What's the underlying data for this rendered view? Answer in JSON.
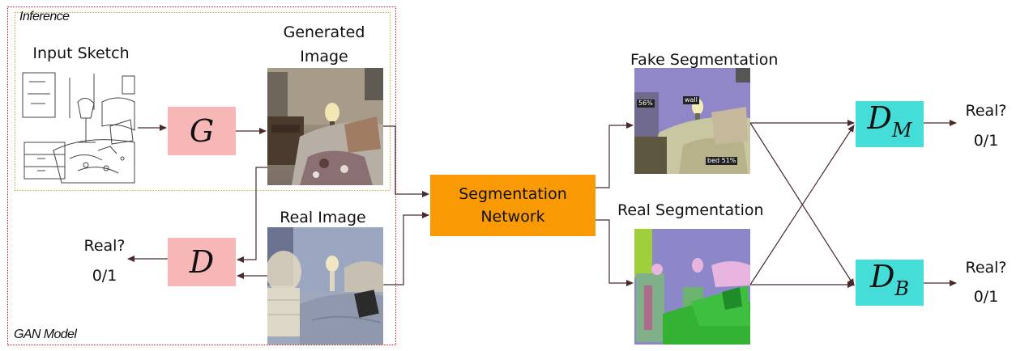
{
  "labels": {
    "inference": "Inference",
    "gan_model": "GAN Model",
    "input_sketch": "Input Sketch",
    "generated_line1": "Generated",
    "generated_line2": "Image",
    "real_image": "Real Image",
    "fake_segmentation": "Fake Segmentation",
    "real_segmentation": "Real Segmentation",
    "seg_line1": "Segmentation",
    "seg_line2": "Network",
    "real_q_left": "Real?",
    "zero_one_left": "0/1",
    "real_q_top_right": "Real?",
    "zero_one_top_right": "0/1",
    "real_q_bottom_right": "Real?",
    "zero_one_bottom_right": "0/1"
  },
  "math": {
    "G": "G",
    "D": "D",
    "DM_base": "D",
    "DM_sub": "M",
    "DB_base": "D",
    "DB_sub": "B"
  },
  "seg_tags": {
    "pct": "56%",
    "wall": "wall",
    "bed": "bed 51%"
  },
  "colors": {
    "generator_box": "#f7b7b7",
    "discriminator_box": "#f7b7b7",
    "segmentation_box": "#f99a05",
    "dm_db_box": "#44ddd8",
    "arrow": "#4a2a2a",
    "gan_border": "#d01b1b",
    "inference_border": "#d1b53a"
  }
}
